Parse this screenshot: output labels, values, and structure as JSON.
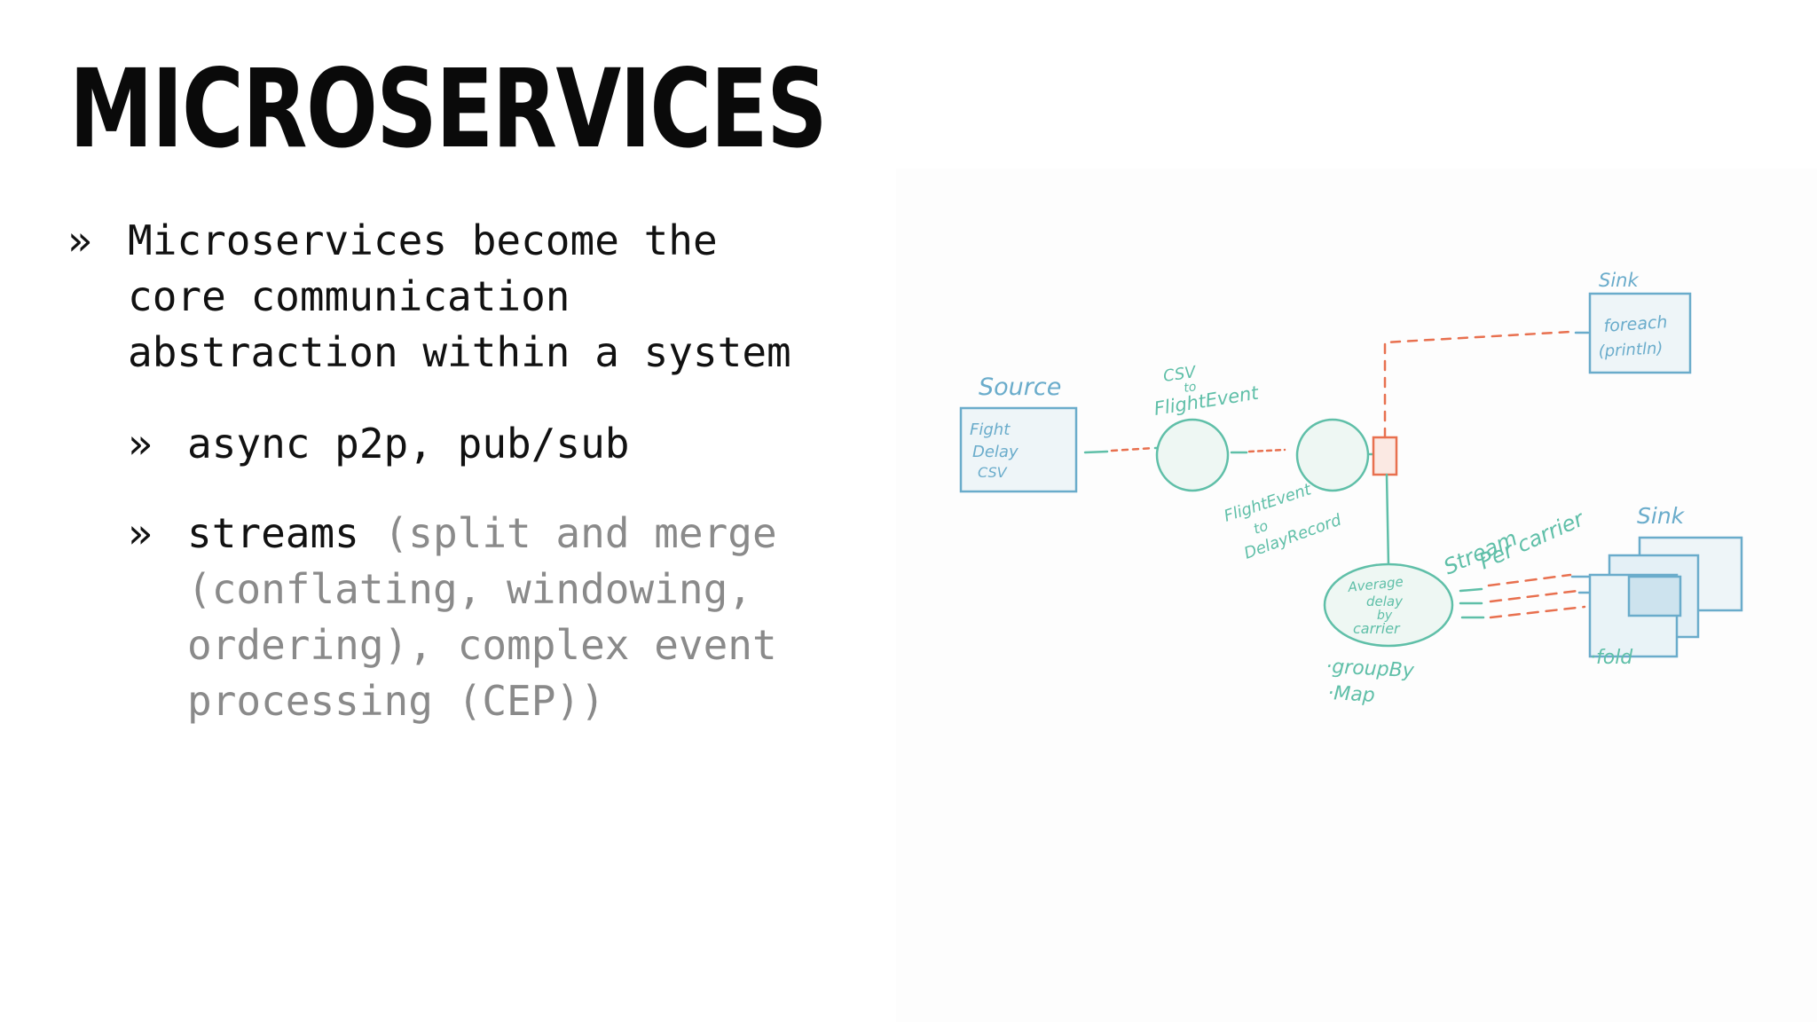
{
  "title": "MICROSERVICES",
  "bullets": {
    "marker": "»",
    "b1": "Microservices become the\ncore communication\nabstraction within a system",
    "b2": "async p2p, pub/sub",
    "b3_main": "streams",
    "b3_muted": " (split and merge\n(conflating, windowing,\nordering), complex event\nprocessing (CEP))"
  },
  "diagram": {
    "colors": {
      "teal": "#5fbfa8",
      "blue": "#6aaccb",
      "orange": "#e8704f"
    },
    "source_label": "Source",
    "source_box": [
      "Fight",
      "Delay",
      "CSV"
    ],
    "csv_label": [
      "CSV",
      "to",
      "FlightEvent"
    ],
    "flight_to_delay": [
      "FlightEvent",
      "to",
      "DelayRecord"
    ],
    "average": [
      "Average",
      "delay",
      "by",
      "carrier"
    ],
    "groupby": [
      "·groupBy",
      "·Map"
    ],
    "stream_per_carrier": [
      "Stream",
      "Per carrier"
    ],
    "sink_top_label": "Sink",
    "sink_top_box": [
      "foreach",
      "(println)"
    ],
    "sink_bottom_label": "Sink",
    "fold": "·fold"
  }
}
